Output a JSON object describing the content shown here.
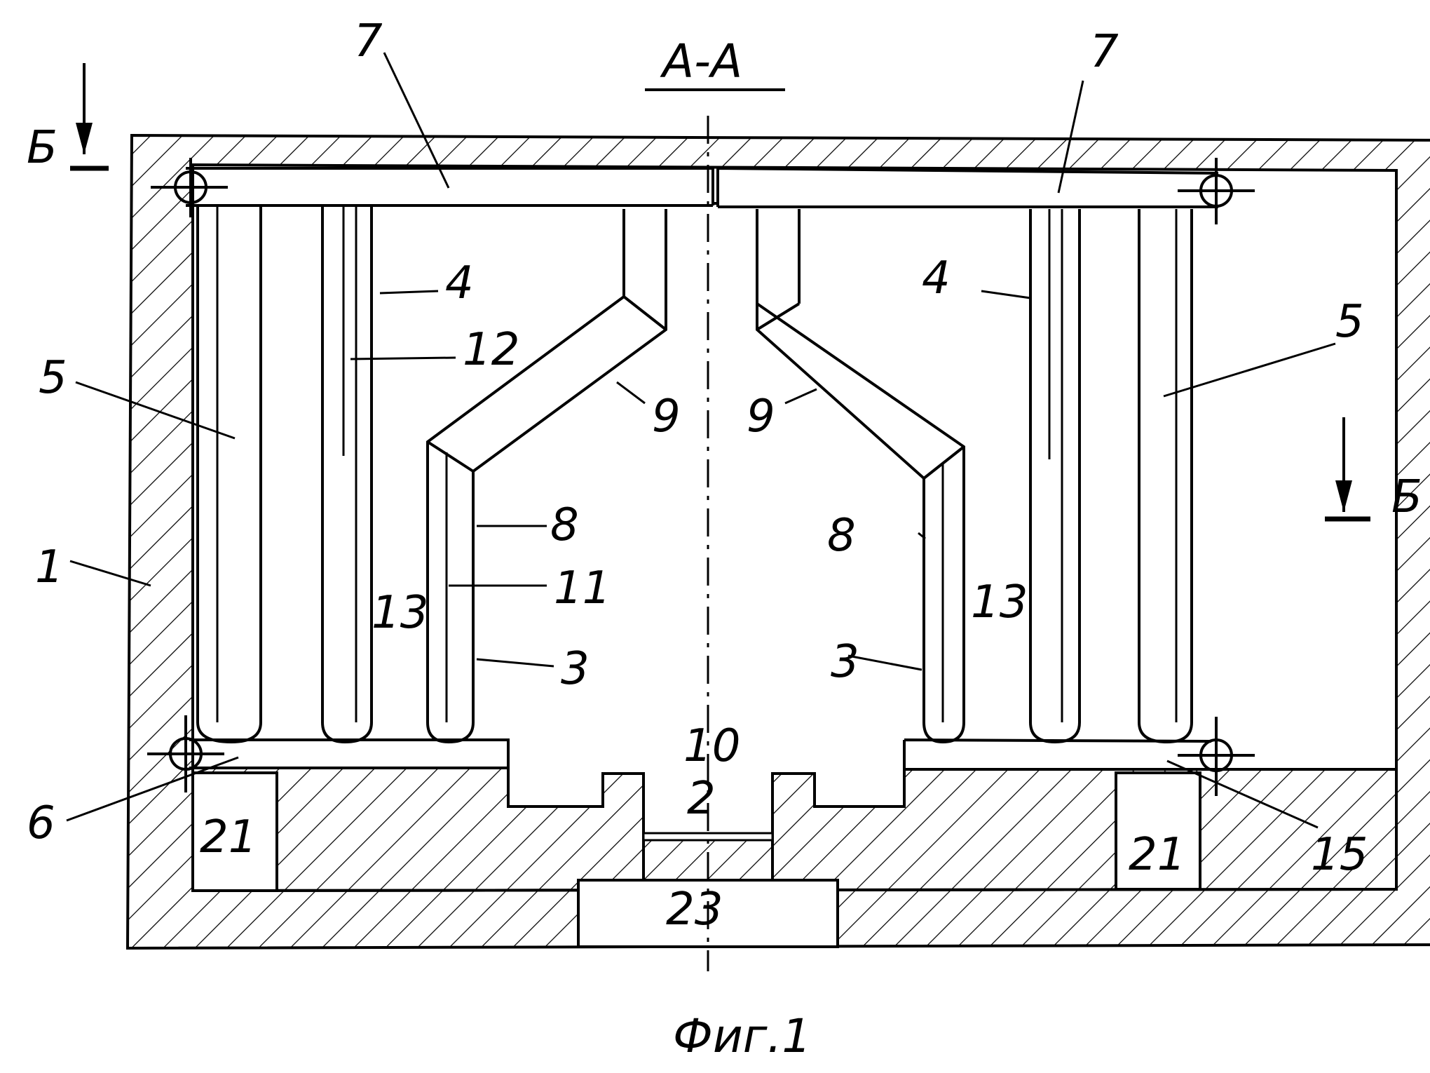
{
  "figure": {
    "section_label": "А-А",
    "caption": "Фиг.1",
    "cut_label_left": "Б",
    "cut_label_right": "Б"
  },
  "labels": {
    "l1": "1",
    "l2": "2",
    "l3_left": "3",
    "l3_right": "3",
    "l4_left": "4",
    "l4_right": "4",
    "l5_left": "5",
    "l5_right": "5",
    "l6": "6",
    "l7_left": "7",
    "l7_right": "7",
    "l8_left": "8",
    "l8_right": "8",
    "l9_left": "9",
    "l9_right": "9",
    "l10": "10",
    "l11": "11",
    "l12": "12",
    "l13_left": "13",
    "l13_right": "13",
    "l15": "15",
    "l21_left": "21",
    "l21_right": "21",
    "l23": "23"
  }
}
